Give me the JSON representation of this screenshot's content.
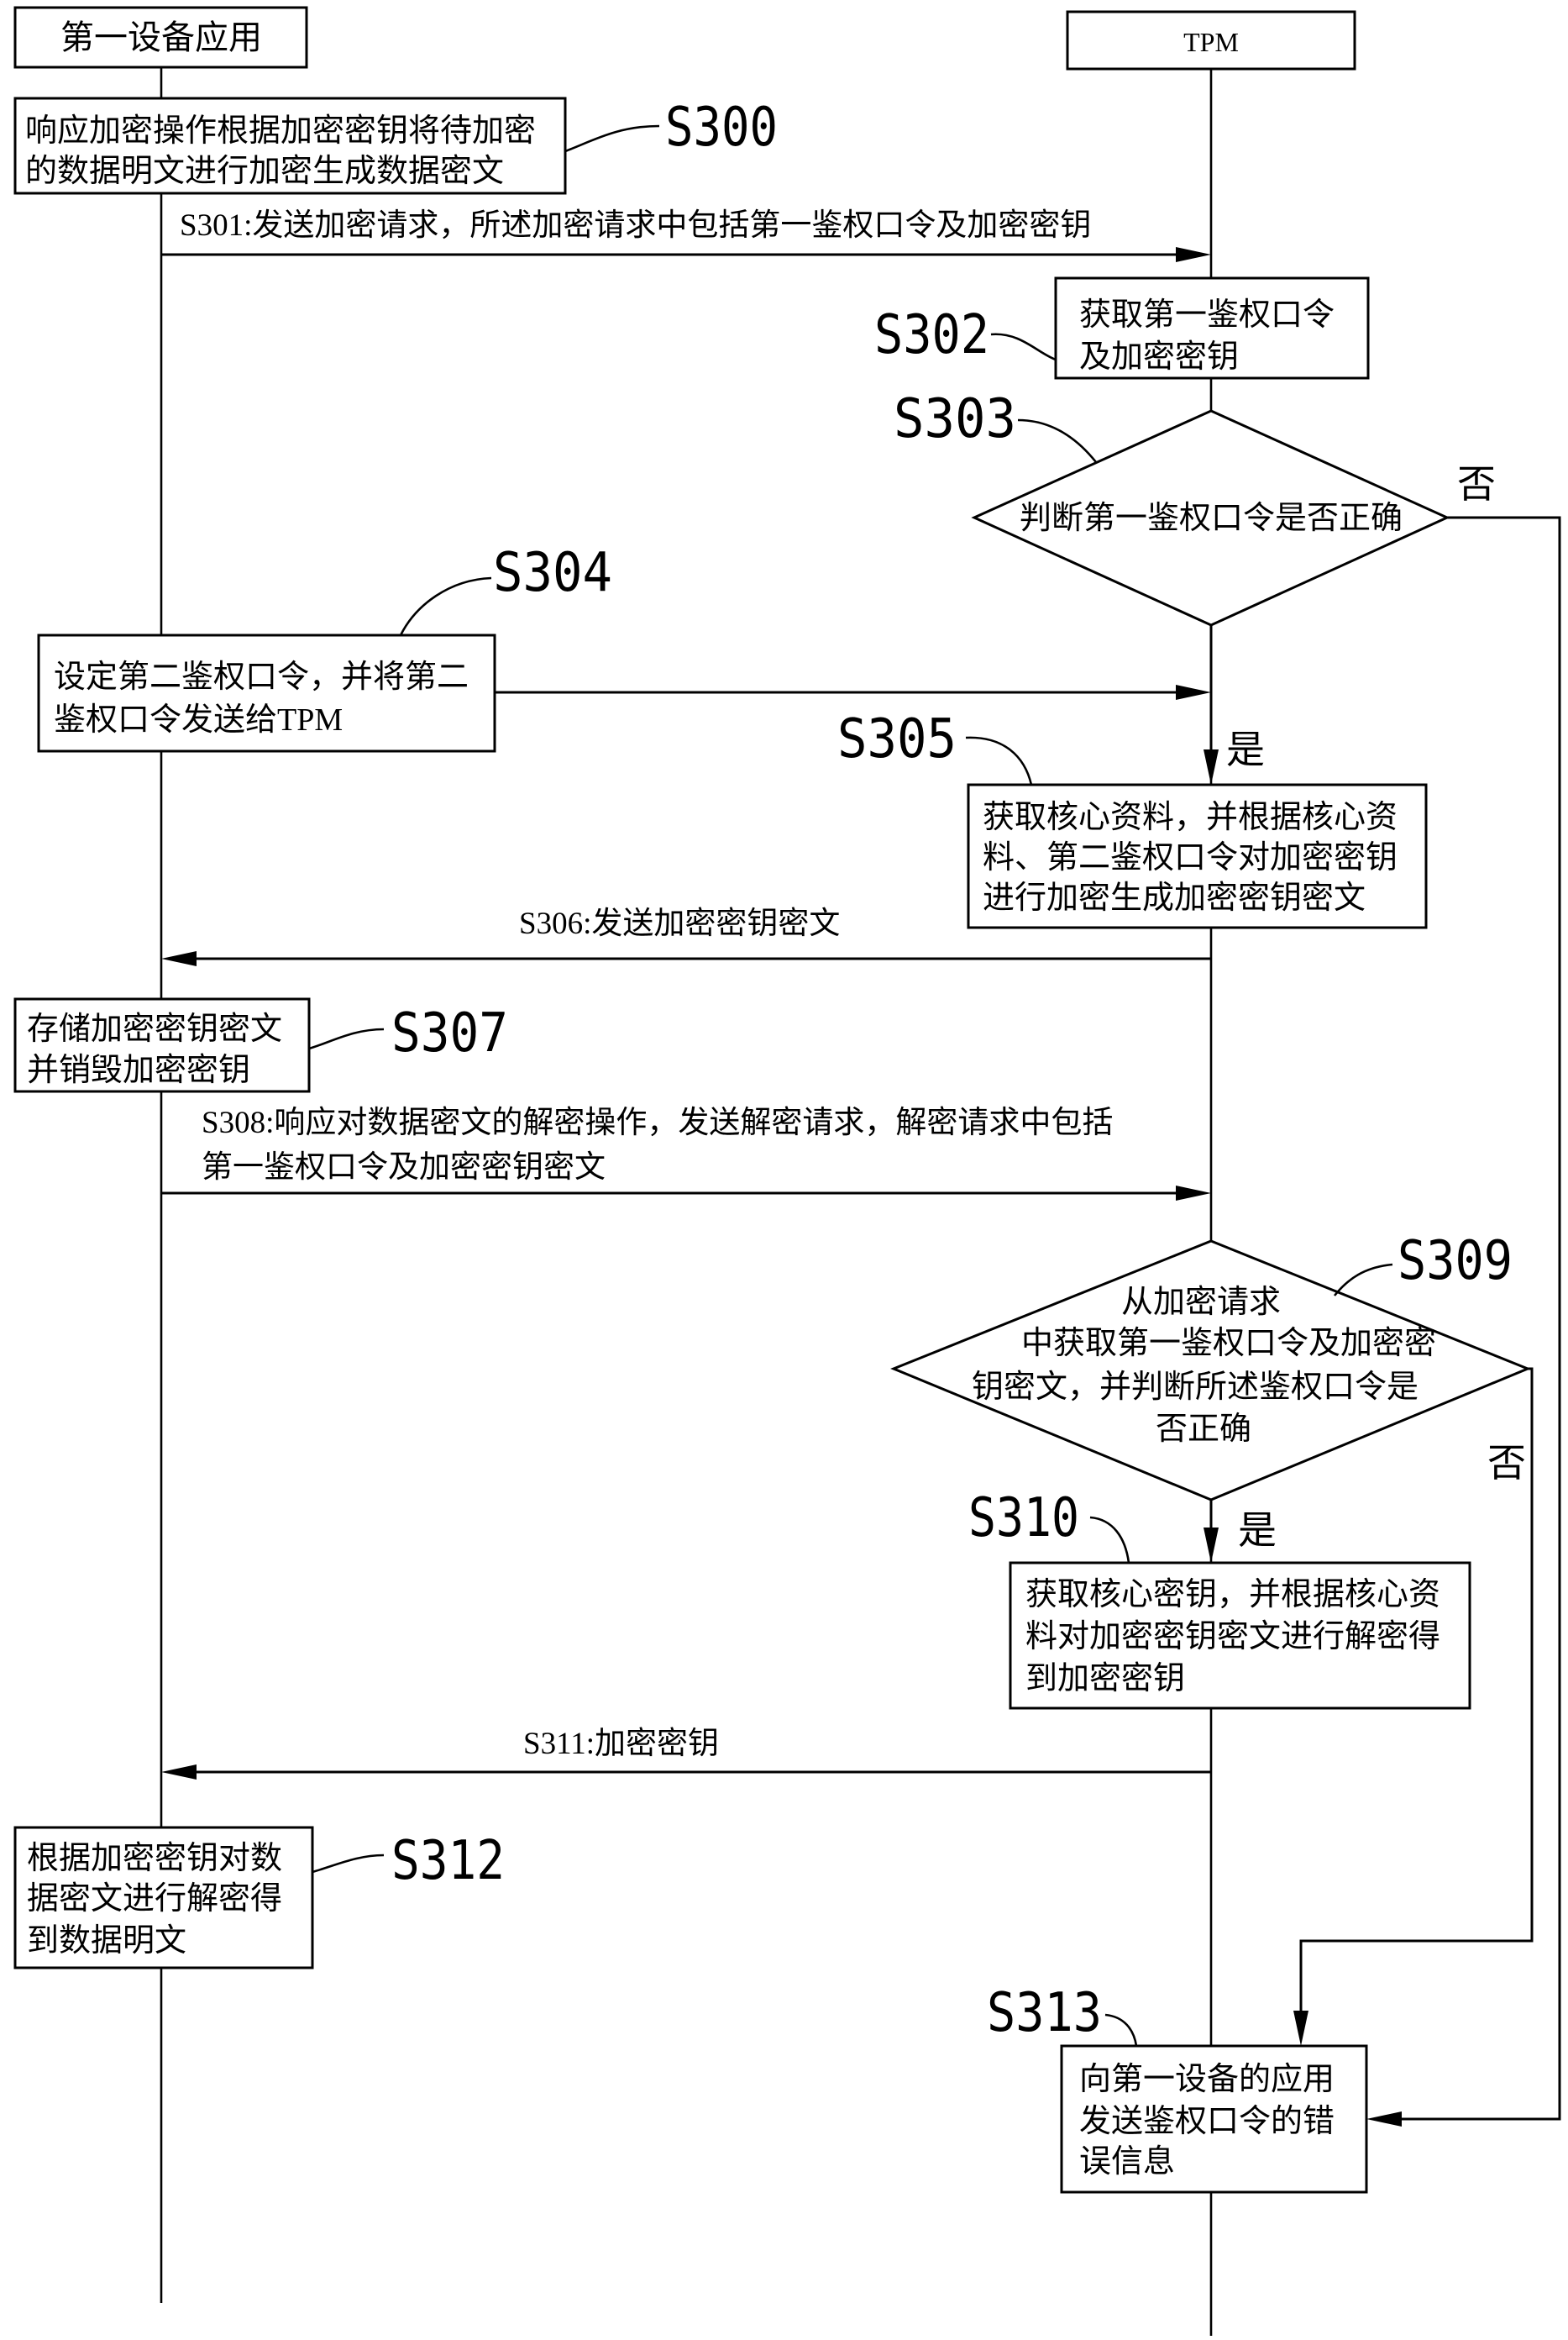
{
  "participants": {
    "app": "第一设备应用",
    "tpm": "TPM"
  },
  "steps": {
    "s300": {
      "label": "S300",
      "lines": [
        "响应加密操作根据加密密钥将待加密",
        "的数据明文进行加密生成数据密文"
      ]
    },
    "s302": {
      "label": "S302",
      "lines": [
        "获取第一鉴权口令",
        "及加密密钥"
      ]
    },
    "s303": {
      "label": "S303",
      "lines": [
        "判断第一鉴权口令是否正确"
      ]
    },
    "s304": {
      "label": "S304",
      "lines": [
        "设定第二鉴权口令，并将第二",
        "鉴权口令发送给TPM"
      ]
    },
    "s305": {
      "label": "S305",
      "lines": [
        "获取核心资料，并根据核心资",
        "料、第二鉴权口令对加密密钥",
        "进行加密生成加密密钥密文"
      ]
    },
    "s307": {
      "label": "S307",
      "lines": [
        "存储加密密钥密文",
        "并销毁加密密钥"
      ]
    },
    "s309": {
      "label": "S309",
      "lines": [
        "从加密请求",
        "中获取第一鉴权口令及加密密",
        "钥密文，并判断所述鉴权口令是",
        "否正确"
      ]
    },
    "s310": {
      "label": "S310",
      "lines": [
        "获取核心密钥，并根据核心资",
        "料对加密密钥密文进行解密得",
        "到加密密钥"
      ]
    },
    "s312": {
      "label": "S312",
      "lines": [
        "根据加密密钥对数",
        "据密文进行解密得",
        "到数据明文"
      ]
    },
    "s313": {
      "label": "S313",
      "lines": [
        "向第一设备的应用",
        "发送鉴权口令的错",
        "误信息"
      ]
    }
  },
  "messages": {
    "s301": [
      "S301:发送加密请求，所述加密请求中包括第一鉴权口令及加密密钥"
    ],
    "s306": [
      "S306:发送加密密钥密文"
    ],
    "s308": [
      "S308:响应对数据密文的解密操作，发送解密请求，解密请求中包括",
      "第一鉴权口令及加密密钥密文"
    ],
    "s311": [
      "S311:加密密钥"
    ]
  },
  "branches": {
    "yes": "是",
    "no": "否"
  }
}
